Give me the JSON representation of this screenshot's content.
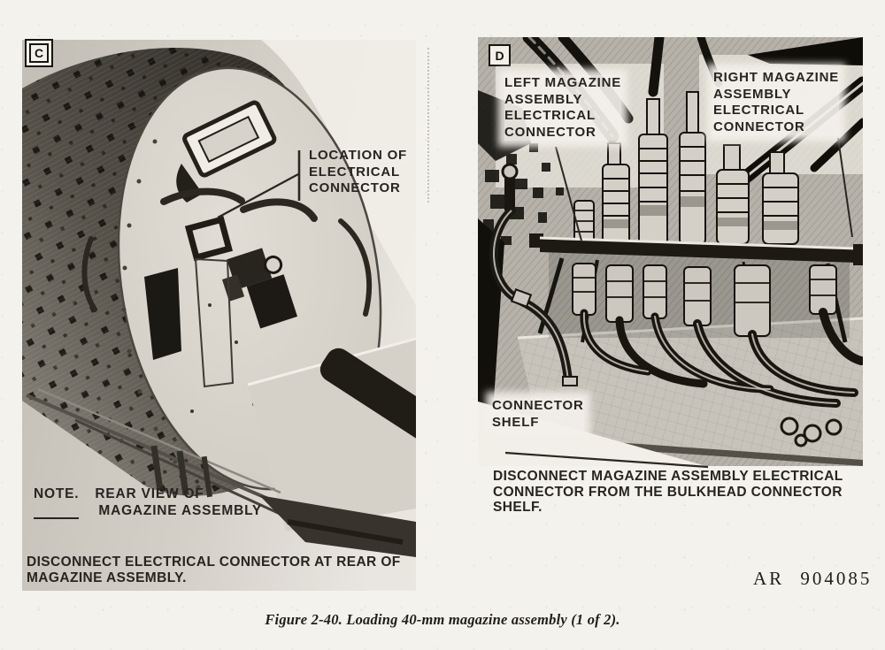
{
  "page": {
    "caption": "Figure 2-40. Loading 40-mm magazine assembly (1 of 2).",
    "reference_number": "AR 904085"
  },
  "colors": {
    "paper": "#f4f2ed",
    "ink": "#282420",
    "photo_gray": "#b6b2a9",
    "photo_dark": "#17150f"
  },
  "panel_c": {
    "tag": "C",
    "callout": {
      "lines": [
        "LOCATION OF",
        "ELECTRICAL",
        "CONNECTOR"
      ]
    },
    "note": {
      "label": "NOTE.",
      "lines": [
        "REAR VIEW OF",
        "MAGAZINE ASSEMBLY"
      ]
    },
    "instruction": {
      "lines": [
        "DISCONNECT ELECTRICAL CONNECTOR AT REAR OF",
        "MAGAZINE ASSEMBLY."
      ]
    }
  },
  "panel_d": {
    "tag": "D",
    "labels": {
      "left_connector": {
        "lines": [
          "LEFT MAGAZINE",
          "ASSEMBLY",
          "ELECTRICAL",
          "CONNECTOR"
        ]
      },
      "right_connector": {
        "lines": [
          "RIGHT MAGAZINE",
          "ASSEMBLY",
          "ELECTRICAL",
          "CONNECTOR"
        ]
      },
      "connector_shelf": {
        "lines": [
          "CONNECTOR",
          "SHELF"
        ]
      }
    },
    "instruction": {
      "lines": [
        "DISCONNECT MAGAZINE ASSEMBLY ELECTRICAL",
        "CONNECTOR FROM THE BULKHEAD CONNECTOR",
        "SHELF."
      ]
    }
  }
}
